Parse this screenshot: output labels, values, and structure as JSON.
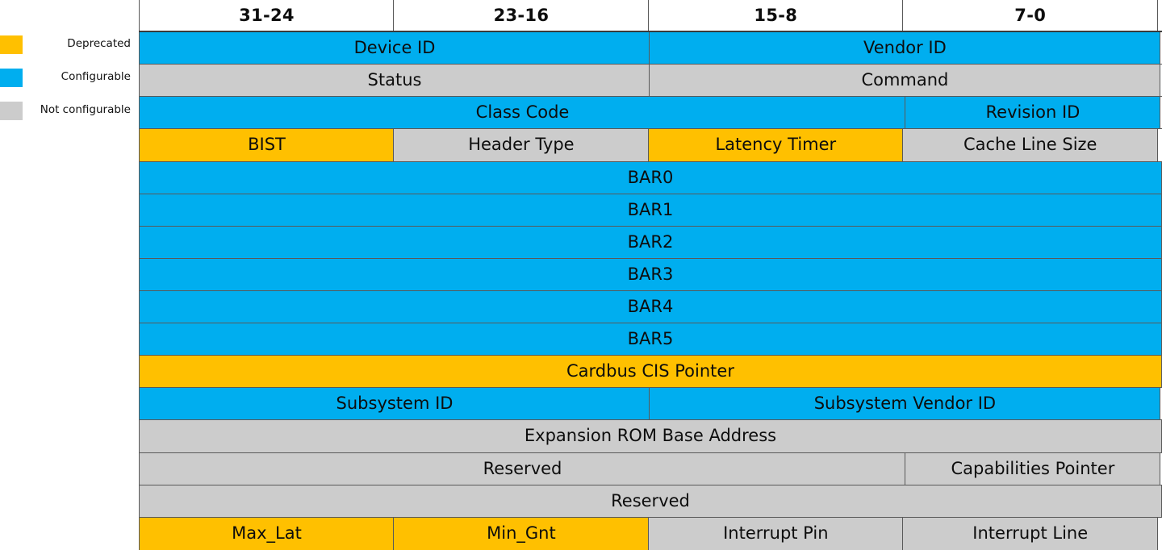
{
  "legend": {
    "items": [
      {
        "label": "Deprecated",
        "color": "#FFC000",
        "key": "deprecated"
      },
      {
        "label": "Configurable",
        "color": "#00AEEF",
        "key": "configurable"
      },
      {
        "label": "Not configurable",
        "color": "#CCCCCC",
        "key": "not-configurable"
      }
    ]
  },
  "colors": {
    "deprecated": "#FFC000",
    "configurable": "#00AEEF",
    "not_configurable": "#CCCCCC",
    "border": "#595959",
    "text": "#0D0D0D",
    "background": "#FFFFFF"
  },
  "table": {
    "header": [
      "31-24",
      "23-16",
      "15-8",
      "7-0"
    ],
    "rows": [
      {
        "cells": [
          {
            "label": "Device  ID",
            "span": 2,
            "state": "configurable"
          },
          {
            "label": "Vendor ID",
            "span": 2,
            "state": "configurable"
          }
        ]
      },
      {
        "cells": [
          {
            "label": "Status",
            "span": 2,
            "state": "not-configurable"
          },
          {
            "label": "Command",
            "span": 2,
            "state": "not-configurable"
          }
        ]
      },
      {
        "cells": [
          {
            "label": "Class Code",
            "span": 3,
            "state": "configurable"
          },
          {
            "label": "Revision ID",
            "span": 1,
            "state": "configurable"
          }
        ]
      },
      {
        "cells": [
          {
            "label": "BIST",
            "span": 1,
            "state": "deprecated"
          },
          {
            "label": "Header Type",
            "span": 1,
            "state": "not-configurable"
          },
          {
            "label": "Latency Timer",
            "span": 1,
            "state": "deprecated"
          },
          {
            "label": "Cache Line Size",
            "span": 1,
            "state": "not-configurable"
          }
        ]
      },
      {
        "cells": [
          {
            "label": "BAR0",
            "span": 4,
            "state": "configurable"
          }
        ]
      },
      {
        "cells": [
          {
            "label": "BAR1",
            "span": 4,
            "state": "configurable"
          }
        ]
      },
      {
        "cells": [
          {
            "label": "BAR2",
            "span": 4,
            "state": "configurable"
          }
        ]
      },
      {
        "cells": [
          {
            "label": "BAR3",
            "span": 4,
            "state": "configurable"
          }
        ]
      },
      {
        "cells": [
          {
            "label": "BAR4",
            "span": 4,
            "state": "configurable"
          }
        ]
      },
      {
        "cells": [
          {
            "label": "BAR5",
            "span": 4,
            "state": "configurable"
          }
        ]
      },
      {
        "cells": [
          {
            "label": "Cardbus CIS Pointer",
            "span": 4,
            "state": "deprecated"
          }
        ]
      },
      {
        "cells": [
          {
            "label": "Subsystem ID",
            "span": 2,
            "state": "configurable"
          },
          {
            "label": "Subsystem Vendor ID",
            "span": 2,
            "state": "configurable"
          }
        ]
      },
      {
        "cells": [
          {
            "label": "Expansion ROM Base Address",
            "span": 4,
            "state": "not-configurable"
          }
        ]
      },
      {
        "cells": [
          {
            "label": "Reserved",
            "span": 3,
            "state": "not-configurable"
          },
          {
            "label": "Capabilities Pointer",
            "span": 1,
            "state": "not-configurable"
          }
        ]
      },
      {
        "cells": [
          {
            "label": "Reserved",
            "span": 4,
            "state": "not-configurable"
          }
        ]
      },
      {
        "cells": [
          {
            "label": "Max_Lat",
            "span": 1,
            "state": "deprecated"
          },
          {
            "label": "Min_Gnt",
            "span": 1,
            "state": "deprecated"
          },
          {
            "label": "Interrupt Pin",
            "span": 1,
            "state": "not-configurable"
          },
          {
            "label": "Interrupt Line",
            "span": 1,
            "state": "not-configurable"
          }
        ]
      }
    ]
  }
}
